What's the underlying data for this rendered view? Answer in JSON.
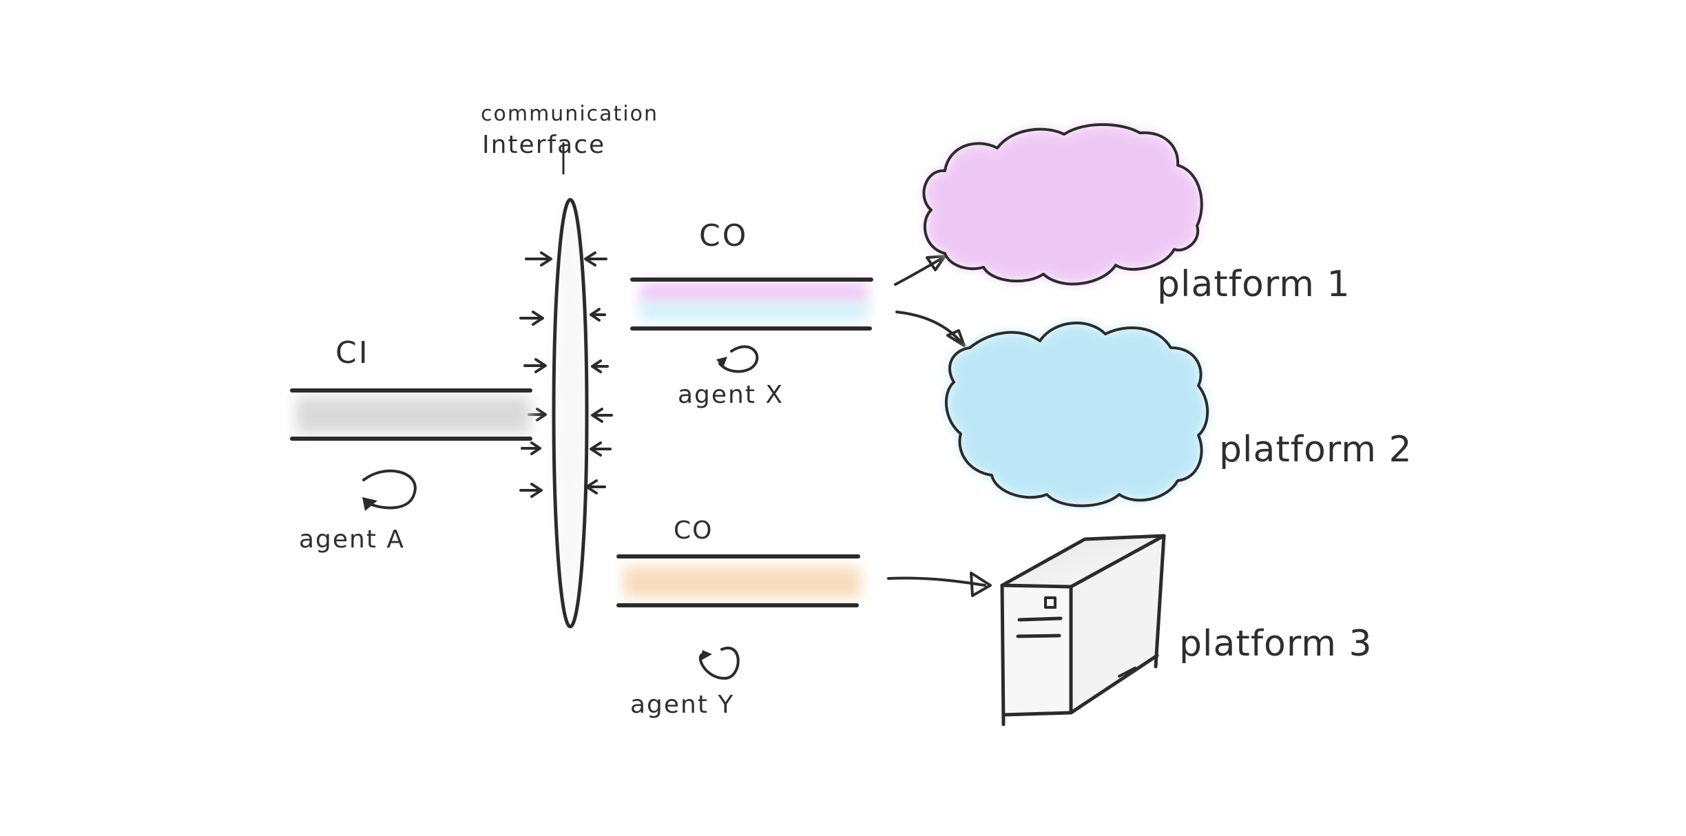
{
  "diagram": {
    "interface": {
      "label_line1": "communication",
      "label_line2": "Interface",
      "arrows_left_count": 6,
      "arrows_right_count": 6
    },
    "channels": {
      "ci": {
        "label": "CI",
        "fill_color": "#d9d9d9",
        "agent_label": "agent A"
      },
      "co_top": {
        "label": "CO",
        "fill_colors": [
          "#efc6f6",
          "#cdeef8"
        ],
        "agent_label": "agent X"
      },
      "co_bottom": {
        "label": "CO",
        "fill_color": "#f8dcbc",
        "agent_label": "agent Y"
      }
    },
    "platforms": [
      {
        "label": "platform 1",
        "shape": "cloud",
        "fill_color": "#efc9f5"
      },
      {
        "label": "platform 2",
        "shape": "cloud",
        "fill_color": "#bde7f7"
      },
      {
        "label": "platform 3",
        "shape": "server",
        "fill_color": "#f2f2f2"
      }
    ],
    "colors": {
      "ink": "#2b2b2b",
      "background": "#ffffff"
    }
  }
}
